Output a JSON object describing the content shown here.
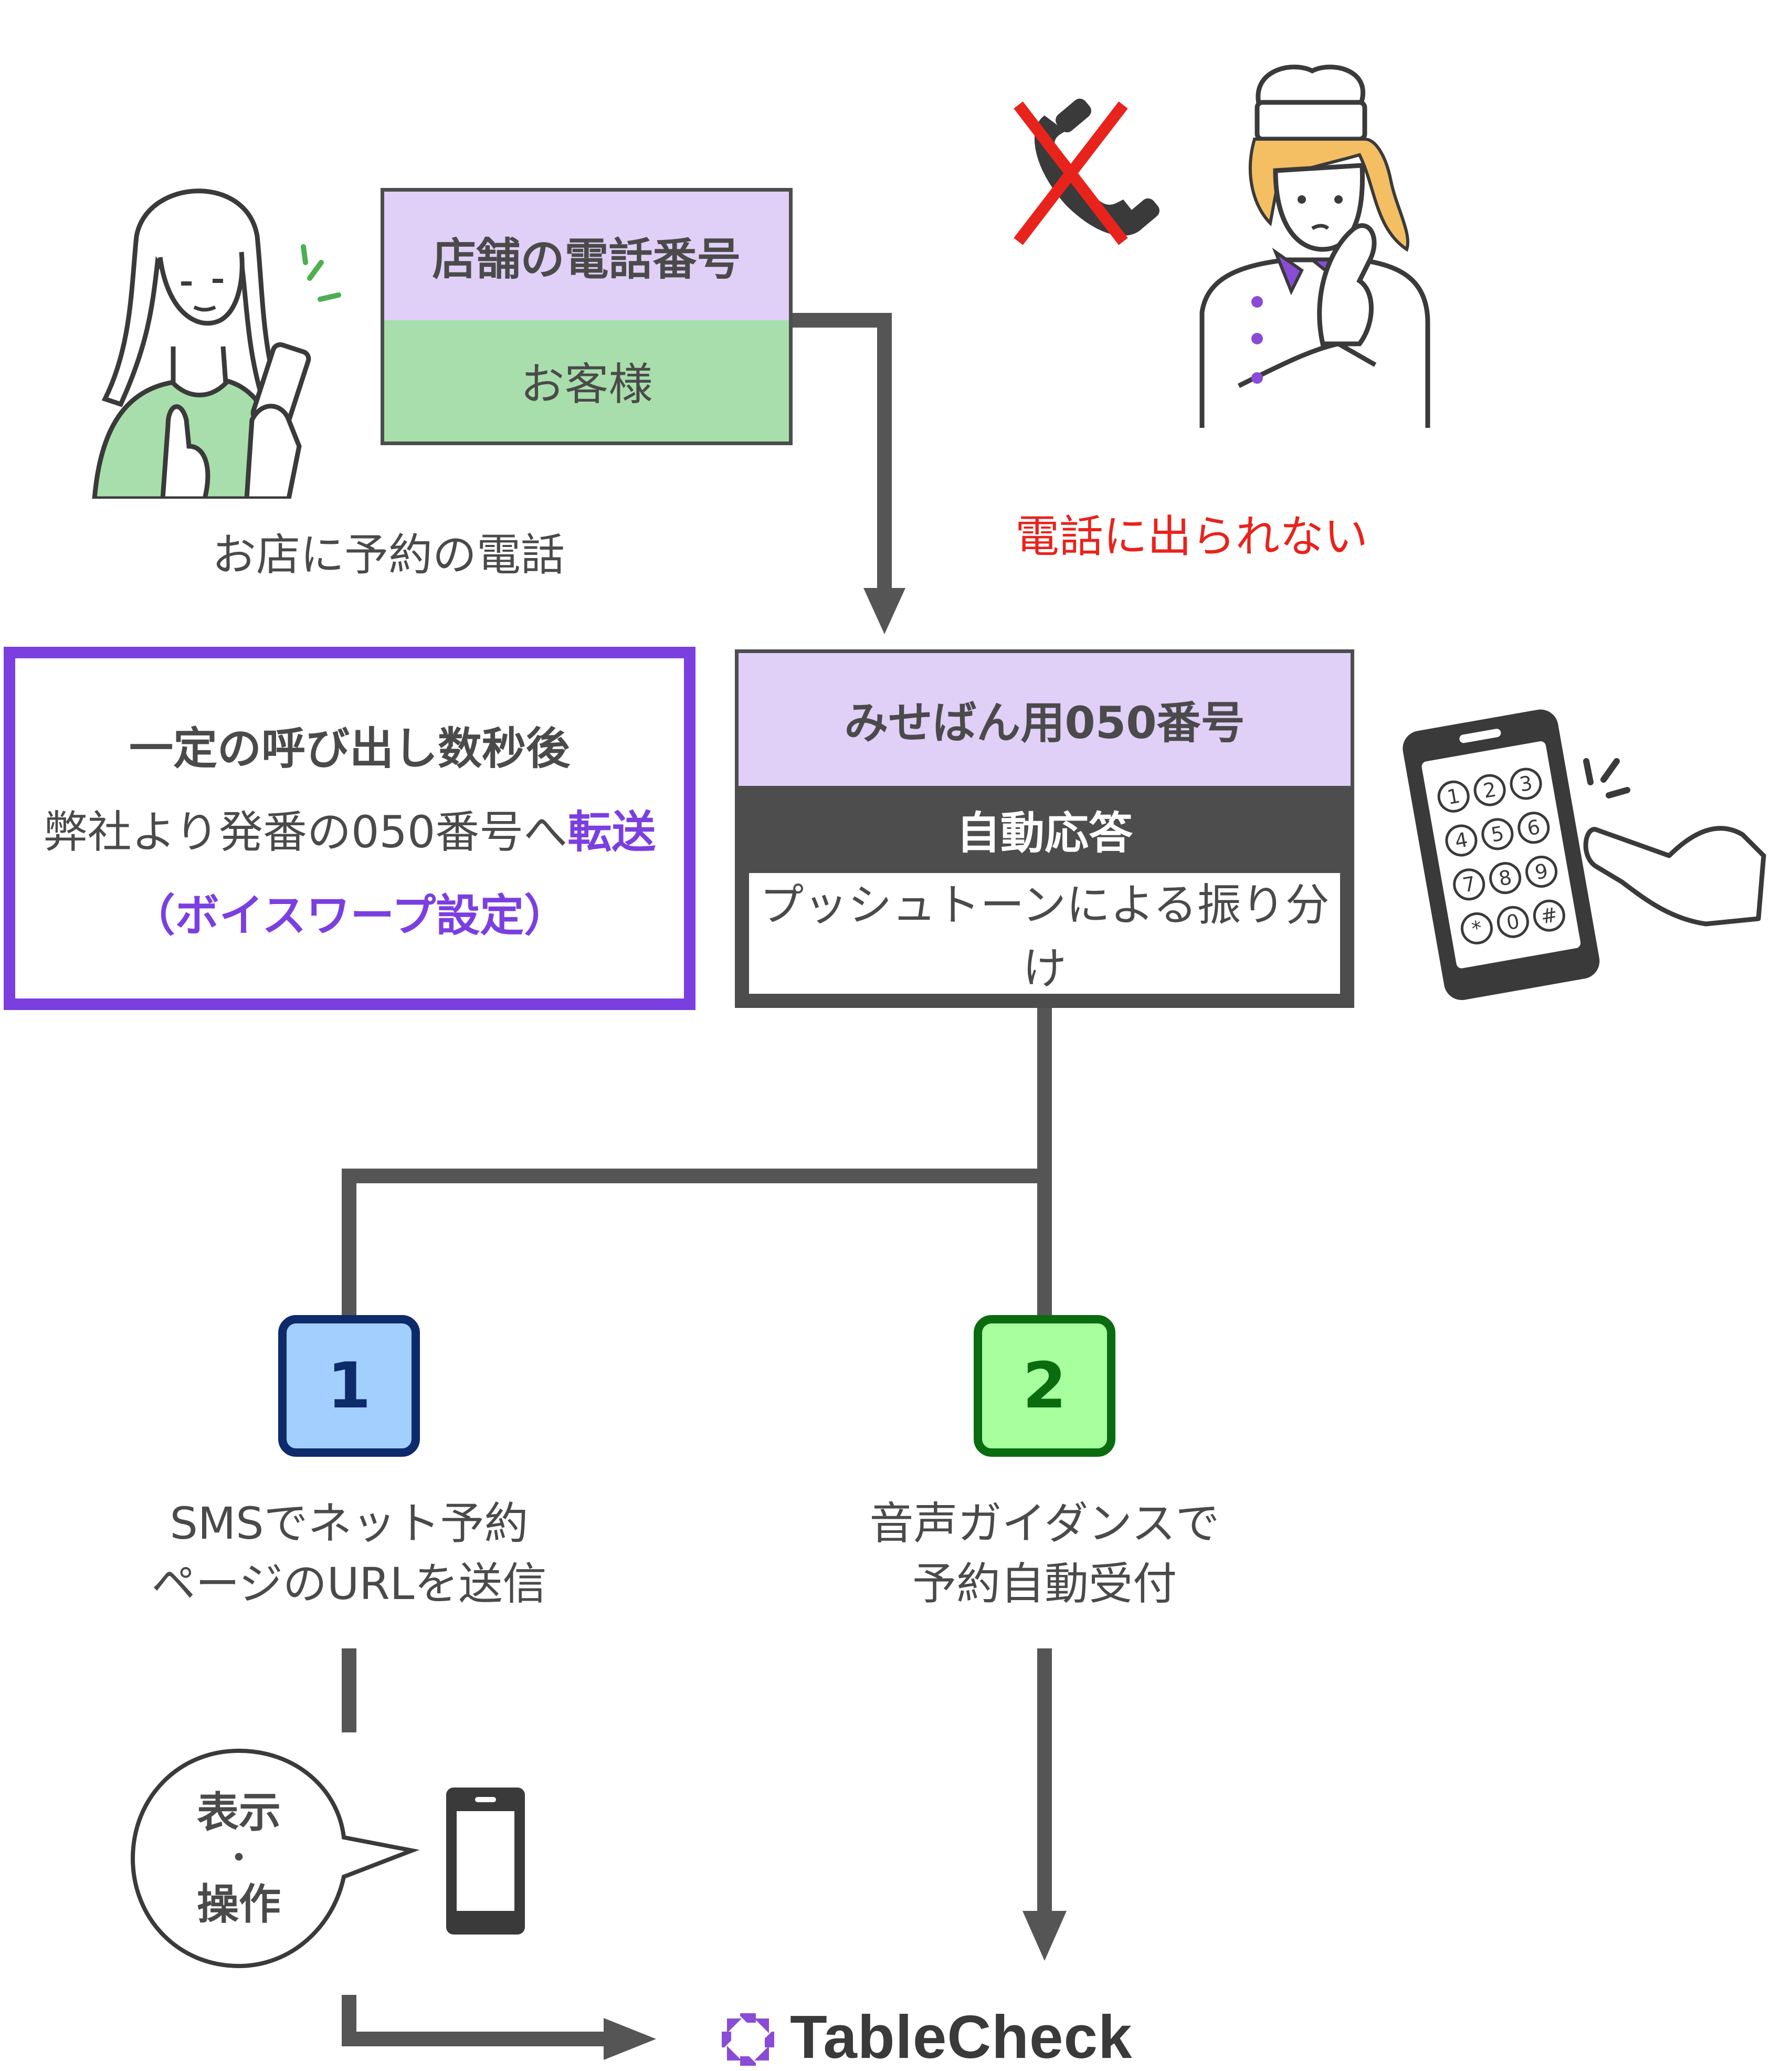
{
  "store_phone": {
    "title": "店舗の電話番号",
    "subtitle": "お客様"
  },
  "customer_caption": "お店に予約の電話",
  "staff_caption": "電話に出られない",
  "forward_box": {
    "line1": "一定の呼び出し数秒後",
    "line2_prefix": "弊社より発番の050番号へ",
    "line2_emph": "転送",
    "line3": "（ボイスワープ設定）"
  },
  "misebaan_box": {
    "title": "みせばん用050番号",
    "auto_answer": "自動応答",
    "push_tone": "プッシュトーンによる振り分け"
  },
  "keypad_keys": [
    "1",
    "2",
    "3",
    "4",
    "5",
    "6",
    "7",
    "8",
    "9",
    "*",
    "0",
    "#"
  ],
  "option1": {
    "number": "1",
    "line1": "SMSでネット予約",
    "line2": "ページのURLを送信"
  },
  "option2": {
    "number": "2",
    "line1": "音声ガイダンスで",
    "line2": "予約自動受付"
  },
  "bubble": {
    "line1": "表示",
    "dot": "・",
    "line2": "操作"
  },
  "brand": {
    "name": "TableCheck"
  },
  "colors": {
    "purple_accent": "#7b3fe0",
    "lavender_fill": "#e0cff7",
    "green_fill": "#a8deab",
    "dark_bar": "#4d4d4d",
    "red_text": "#e8231c",
    "option1_fill": "#a3cfff",
    "option1_border": "#0d2b6b",
    "option2_fill": "#a7ff9e",
    "option2_border": "#0b6b0f",
    "line_gray": "#555555"
  }
}
